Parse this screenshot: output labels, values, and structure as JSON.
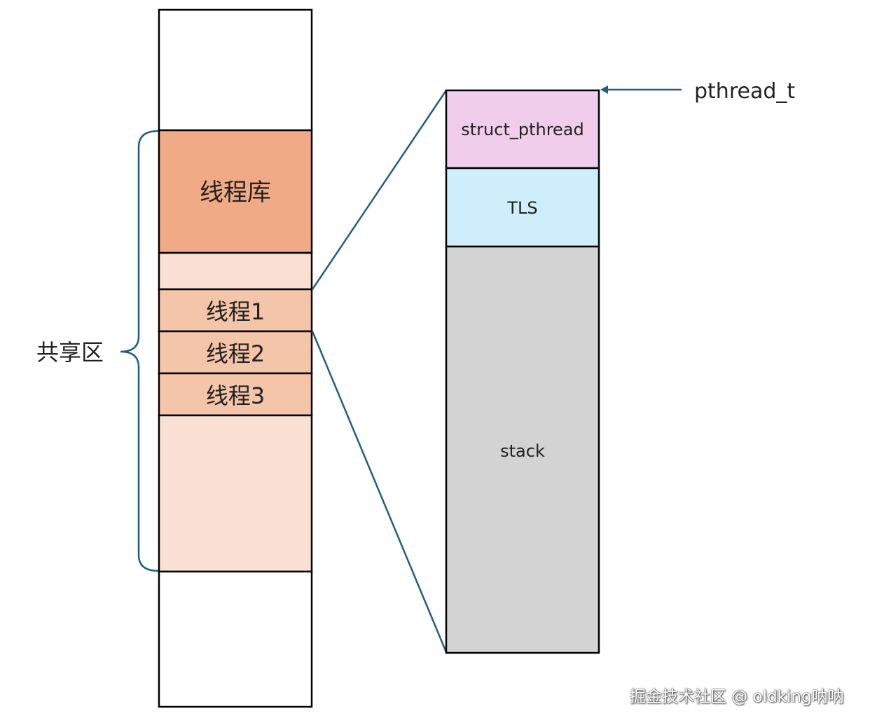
{
  "left_column": {
    "library_label": "线程库",
    "thread_labels": [
      "线程1",
      "线程2",
      "线程3"
    ]
  },
  "shared_region_label": "共享区",
  "right_column": {
    "struct_label": "struct_pthread",
    "tls_label": "TLS",
    "stack_label": "stack"
  },
  "pointer_label": "pthread_t",
  "watermark": "掘金技术社区 @ oldking呐呐",
  "colors": {
    "library": "#f0aa85",
    "shared_light": "#f9e0d3",
    "thread": "#f5c5aa",
    "struct": "#f0cdea",
    "tls": "#cdeefa",
    "stack": "#d3d3d3",
    "accent_line": "#1f5f84"
  }
}
